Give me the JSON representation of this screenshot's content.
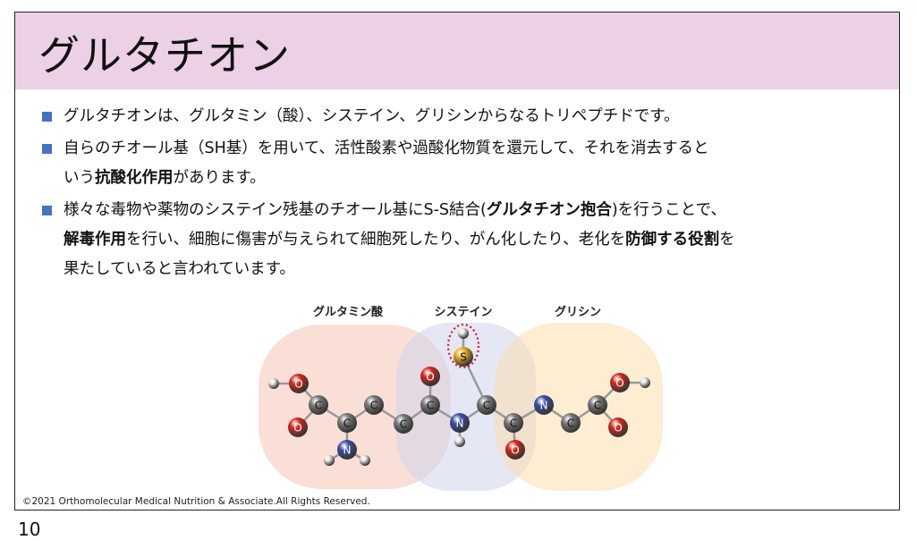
{
  "slide": {
    "title": "グルタチオン",
    "bullets": [
      [
        {
          "t": "グルタチオンは、グルタミン（酸）、システイン、グリシンからなるトリペプチドです。"
        }
      ],
      [
        {
          "t": "自らのチオール基（SH基）を用いて、活性酸素や過酸化物質を還元して、それを消去すると"
        },
        {
          "br": true
        },
        {
          "t": "いう"
        },
        {
          "t": "抗酸化作用",
          "b": true
        },
        {
          "t": "があります。"
        }
      ],
      [
        {
          "t": "様々な毒物や薬物のシステイン残基のチオール基にS-S結合("
        },
        {
          "t": "グルタチオン抱合",
          "b": true
        },
        {
          "t": ")を行うことで、"
        },
        {
          "br": true
        },
        {
          "t": "解毒作用",
          "b": true
        },
        {
          "t": "を行い、細胞に傷害が与えられて細胞死したり、がん化したり、老化を"
        },
        {
          "t": "防御する役割",
          "b": true
        },
        {
          "t": "を"
        },
        {
          "br": true
        },
        {
          "t": "果たしていると言われています。"
        }
      ]
    ],
    "diagram": {
      "labels": {
        "glutamic_acid": "グルタミン酸",
        "cysteine": "システイン",
        "glycine": "グリシン"
      },
      "atoms": [
        "H",
        "O",
        "C",
        "O",
        "C",
        "N",
        "H",
        "H",
        "C",
        "C",
        "C",
        "O",
        "N",
        "H",
        "C",
        "S",
        "H",
        "C",
        "O",
        "N",
        "C",
        "C",
        "O",
        "H",
        "O"
      ],
      "colors": {
        "glutamic_acid": "#f6c9bd",
        "cysteine": "#cfd3ec",
        "glycine": "#f9dfae",
        "O": "#d9271c",
        "C": "#7a7a7a",
        "N": "#3b4fa8",
        "S": "#eeb321",
        "H": "#e6e6e6",
        "highlight": "#d9131f"
      }
    },
    "copyright": "©2021 Orthomolecular Medical Nutrition & Associate.All Rights Reserved.",
    "page_number": "10"
  }
}
